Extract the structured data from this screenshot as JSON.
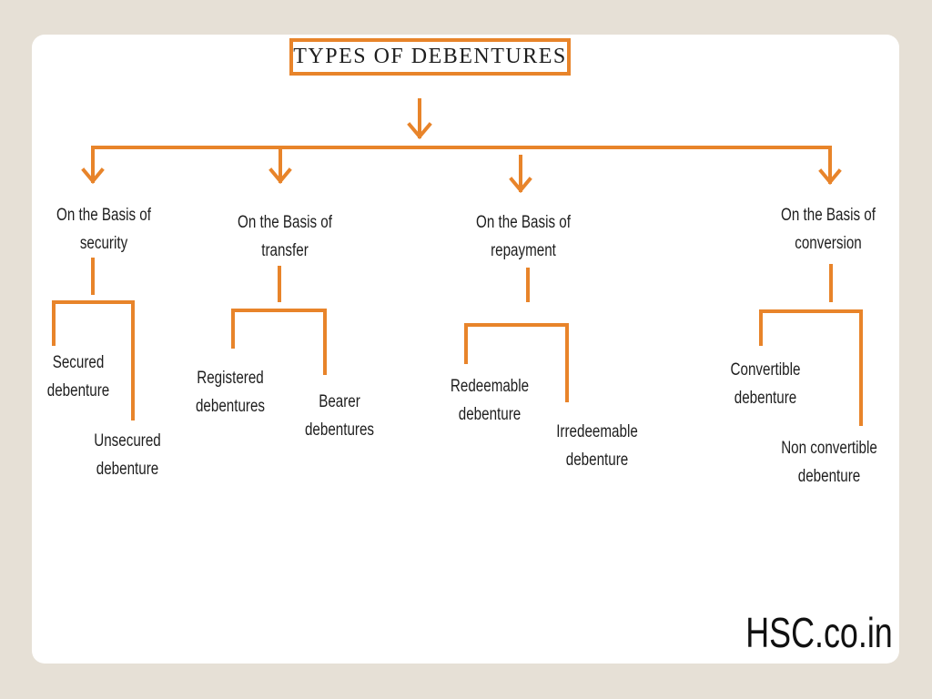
{
  "title": "TYPES OF DEBENTURES",
  "accent_color": "#e8842a",
  "categories": [
    {
      "line1": "On the Basis of",
      "line2": "security",
      "types": [
        {
          "line1": "Secured",
          "line2": "debenture"
        },
        {
          "line1": "Unsecured",
          "line2": "debenture"
        }
      ]
    },
    {
      "line1": "On the Basis of",
      "line2": "transfer",
      "types": [
        {
          "line1": "Registered",
          "line2": "debentures"
        },
        {
          "line1": "Bearer",
          "line2": "debentures"
        }
      ]
    },
    {
      "line1": "On the Basis of",
      "line2": "repayment",
      "types": [
        {
          "line1": "Redeemable",
          "line2": "debenture"
        },
        {
          "line1": "Irredeemable",
          "line2": "debenture"
        }
      ]
    },
    {
      "line1": "On the Basis of",
      "line2": "conversion",
      "types": [
        {
          "line1": "Convertible",
          "line2": "debenture"
        },
        {
          "line1": "Non convertible",
          "line2": "debenture"
        }
      ]
    }
  ],
  "watermark": "HSC.co.in"
}
